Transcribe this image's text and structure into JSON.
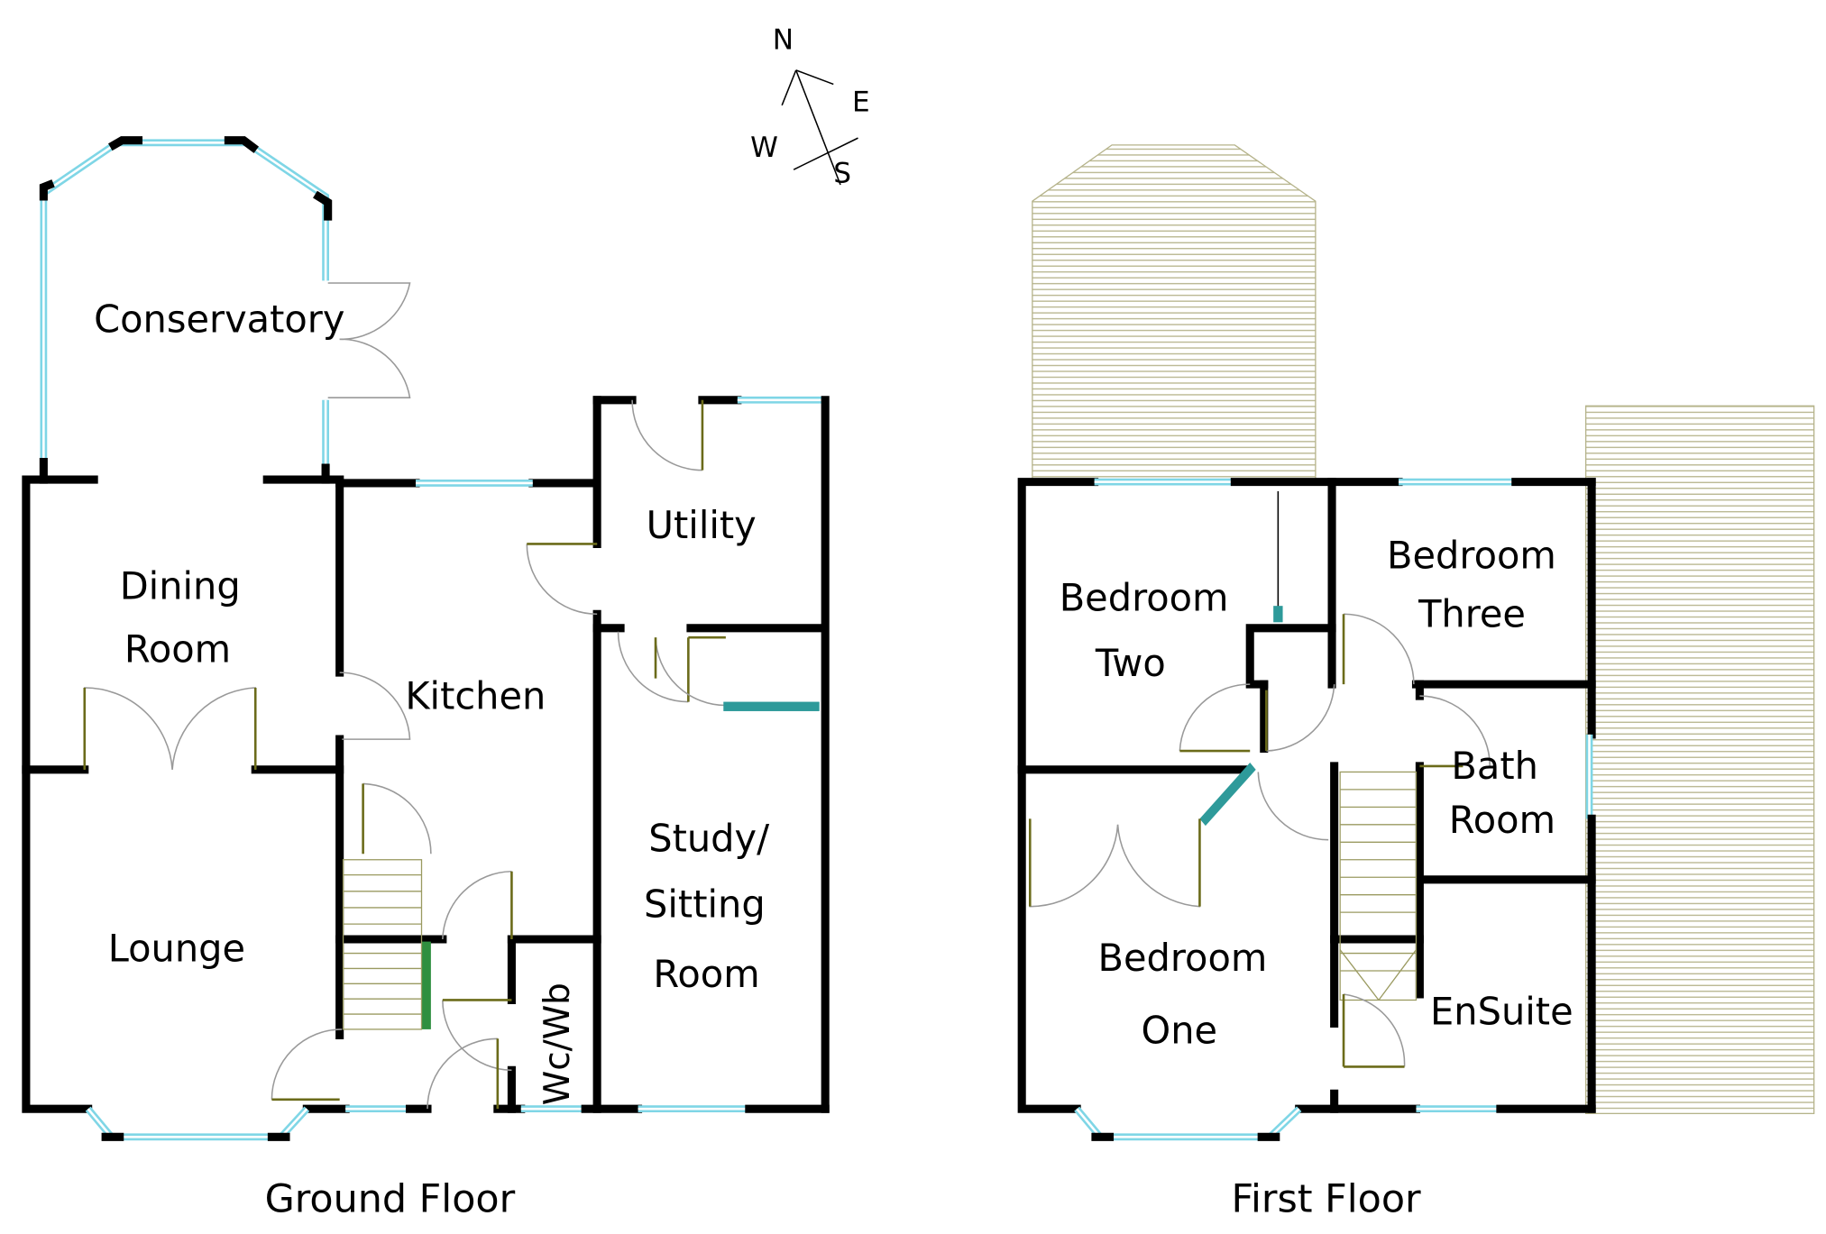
{
  "compass": {
    "n": "N",
    "e": "E",
    "s": "S",
    "w": "W"
  },
  "ground_floor": {
    "title": "Ground Floor",
    "rooms": {
      "conservatory": "Conservatory",
      "dining_1": "Dining",
      "dining_2": "Room",
      "kitchen": "Kitchen",
      "utility": "Utility",
      "lounge": "Lounge",
      "study_1": "Study/",
      "study_2": "Sitting",
      "study_3": "Room",
      "wc": "Wc/Wb"
    }
  },
  "first_floor": {
    "title": "First Floor",
    "rooms": {
      "bed2_1": "Bedroom",
      "bed2_2": "Two",
      "bed3_1": "Bedroom",
      "bed3_2": "Three",
      "bath_1": "Bath",
      "bath_2": "Room",
      "bed1_1": "Bedroom",
      "bed1_2": "One",
      "ensuite": "EnSuite"
    }
  },
  "colors": {
    "wall": "#000000",
    "window": "#7fd6e6",
    "roof_hatch": "#b5b38a",
    "cupboard": "#2e9a9a"
  }
}
